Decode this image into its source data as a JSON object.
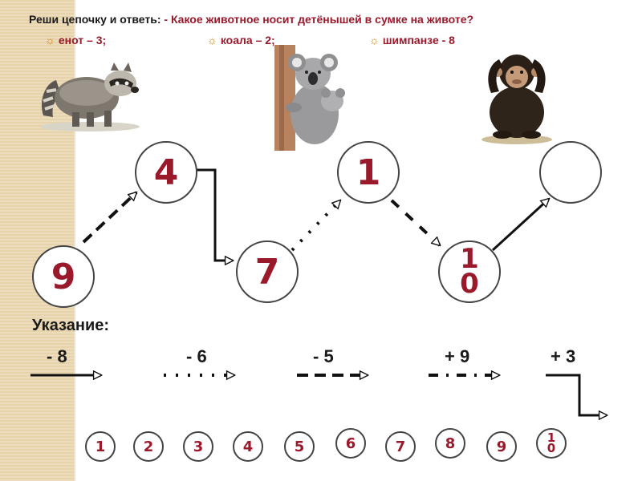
{
  "task": {
    "lead": "Реши цепочку и ответь:",
    "question": " - Какое животное носит детёнышей в сумке на животе?"
  },
  "options": [
    {
      "icon": "sun-icon",
      "glyph": "☼",
      "label": "енот – 3;"
    },
    {
      "icon": "sun-icon",
      "glyph": "☼",
      "label": "коала – 2;"
    },
    {
      "icon": "sun-icon",
      "glyph": "☼",
      "label": "шимпанзе - 8"
    }
  ],
  "chain": {
    "start": "9",
    "step2": "4",
    "step3": "7",
    "step4": "1",
    "step5_top": "1",
    "step5_bottom": "0",
    "answer": ""
  },
  "hint": {
    "title": "Указание:",
    "ops": [
      "- 8",
      "- 6",
      "- 5",
      "+ 9",
      "+ 3"
    ]
  },
  "number_circles": [
    "1",
    "2",
    "3",
    "4",
    "5",
    "6",
    "7",
    "8",
    "9"
  ],
  "number_circle_last_top": "1",
  "number_circle_last_bottom": "0",
  "colors": {
    "accent": "#9a1a2c",
    "text": "#1a1a1a",
    "stripe": "#e6d2ab"
  }
}
